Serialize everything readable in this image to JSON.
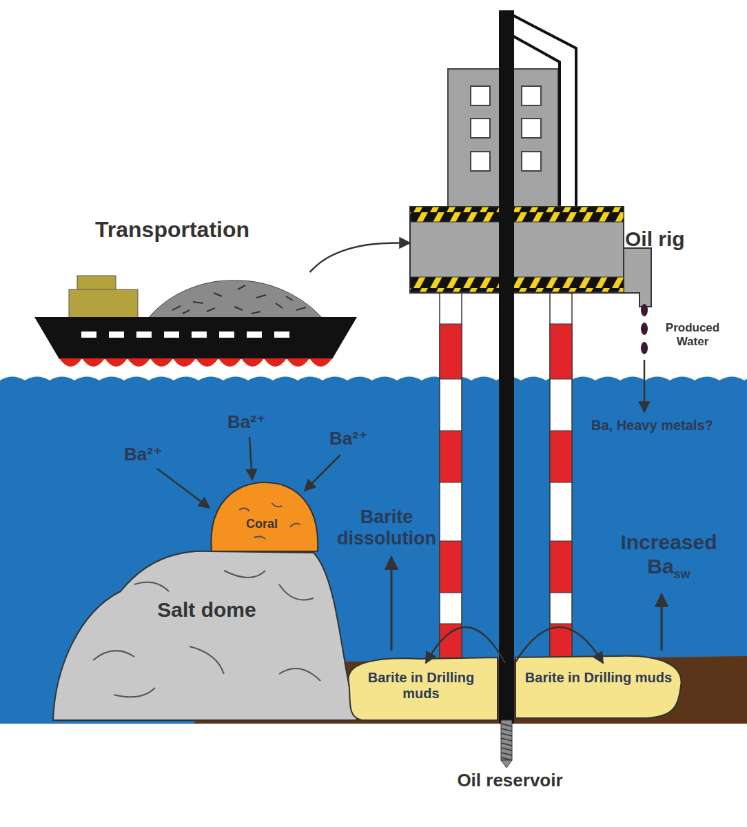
{
  "diagram": {
    "nodes": [
      {
        "text": [
          "Transportation"
        ]
      },
      {
        "text": [
          "Oil rig"
        ]
      },
      {
        "text": [
          "Coral"
        ]
      },
      {
        "text": [
          "Salt dome"
        ]
      },
      {
        "text": [
          "Barite in Drilling muds"
        ]
      },
      {
        "text": [
          "Barite in Drilling muds"
        ]
      }
    ],
    "edges": [
      {
        "from": 0,
        "to": 1,
        "arrow": "to"
      }
    ],
    "labels": [
      "Produced Water",
      "Ba, Heavy metals?",
      "Ba²⁺",
      "Ba²⁺",
      "Ba²⁺",
      "Barite dissolution",
      "Increased Ba",
      "sw",
      "Oil reservoir"
    ]
  }
}
